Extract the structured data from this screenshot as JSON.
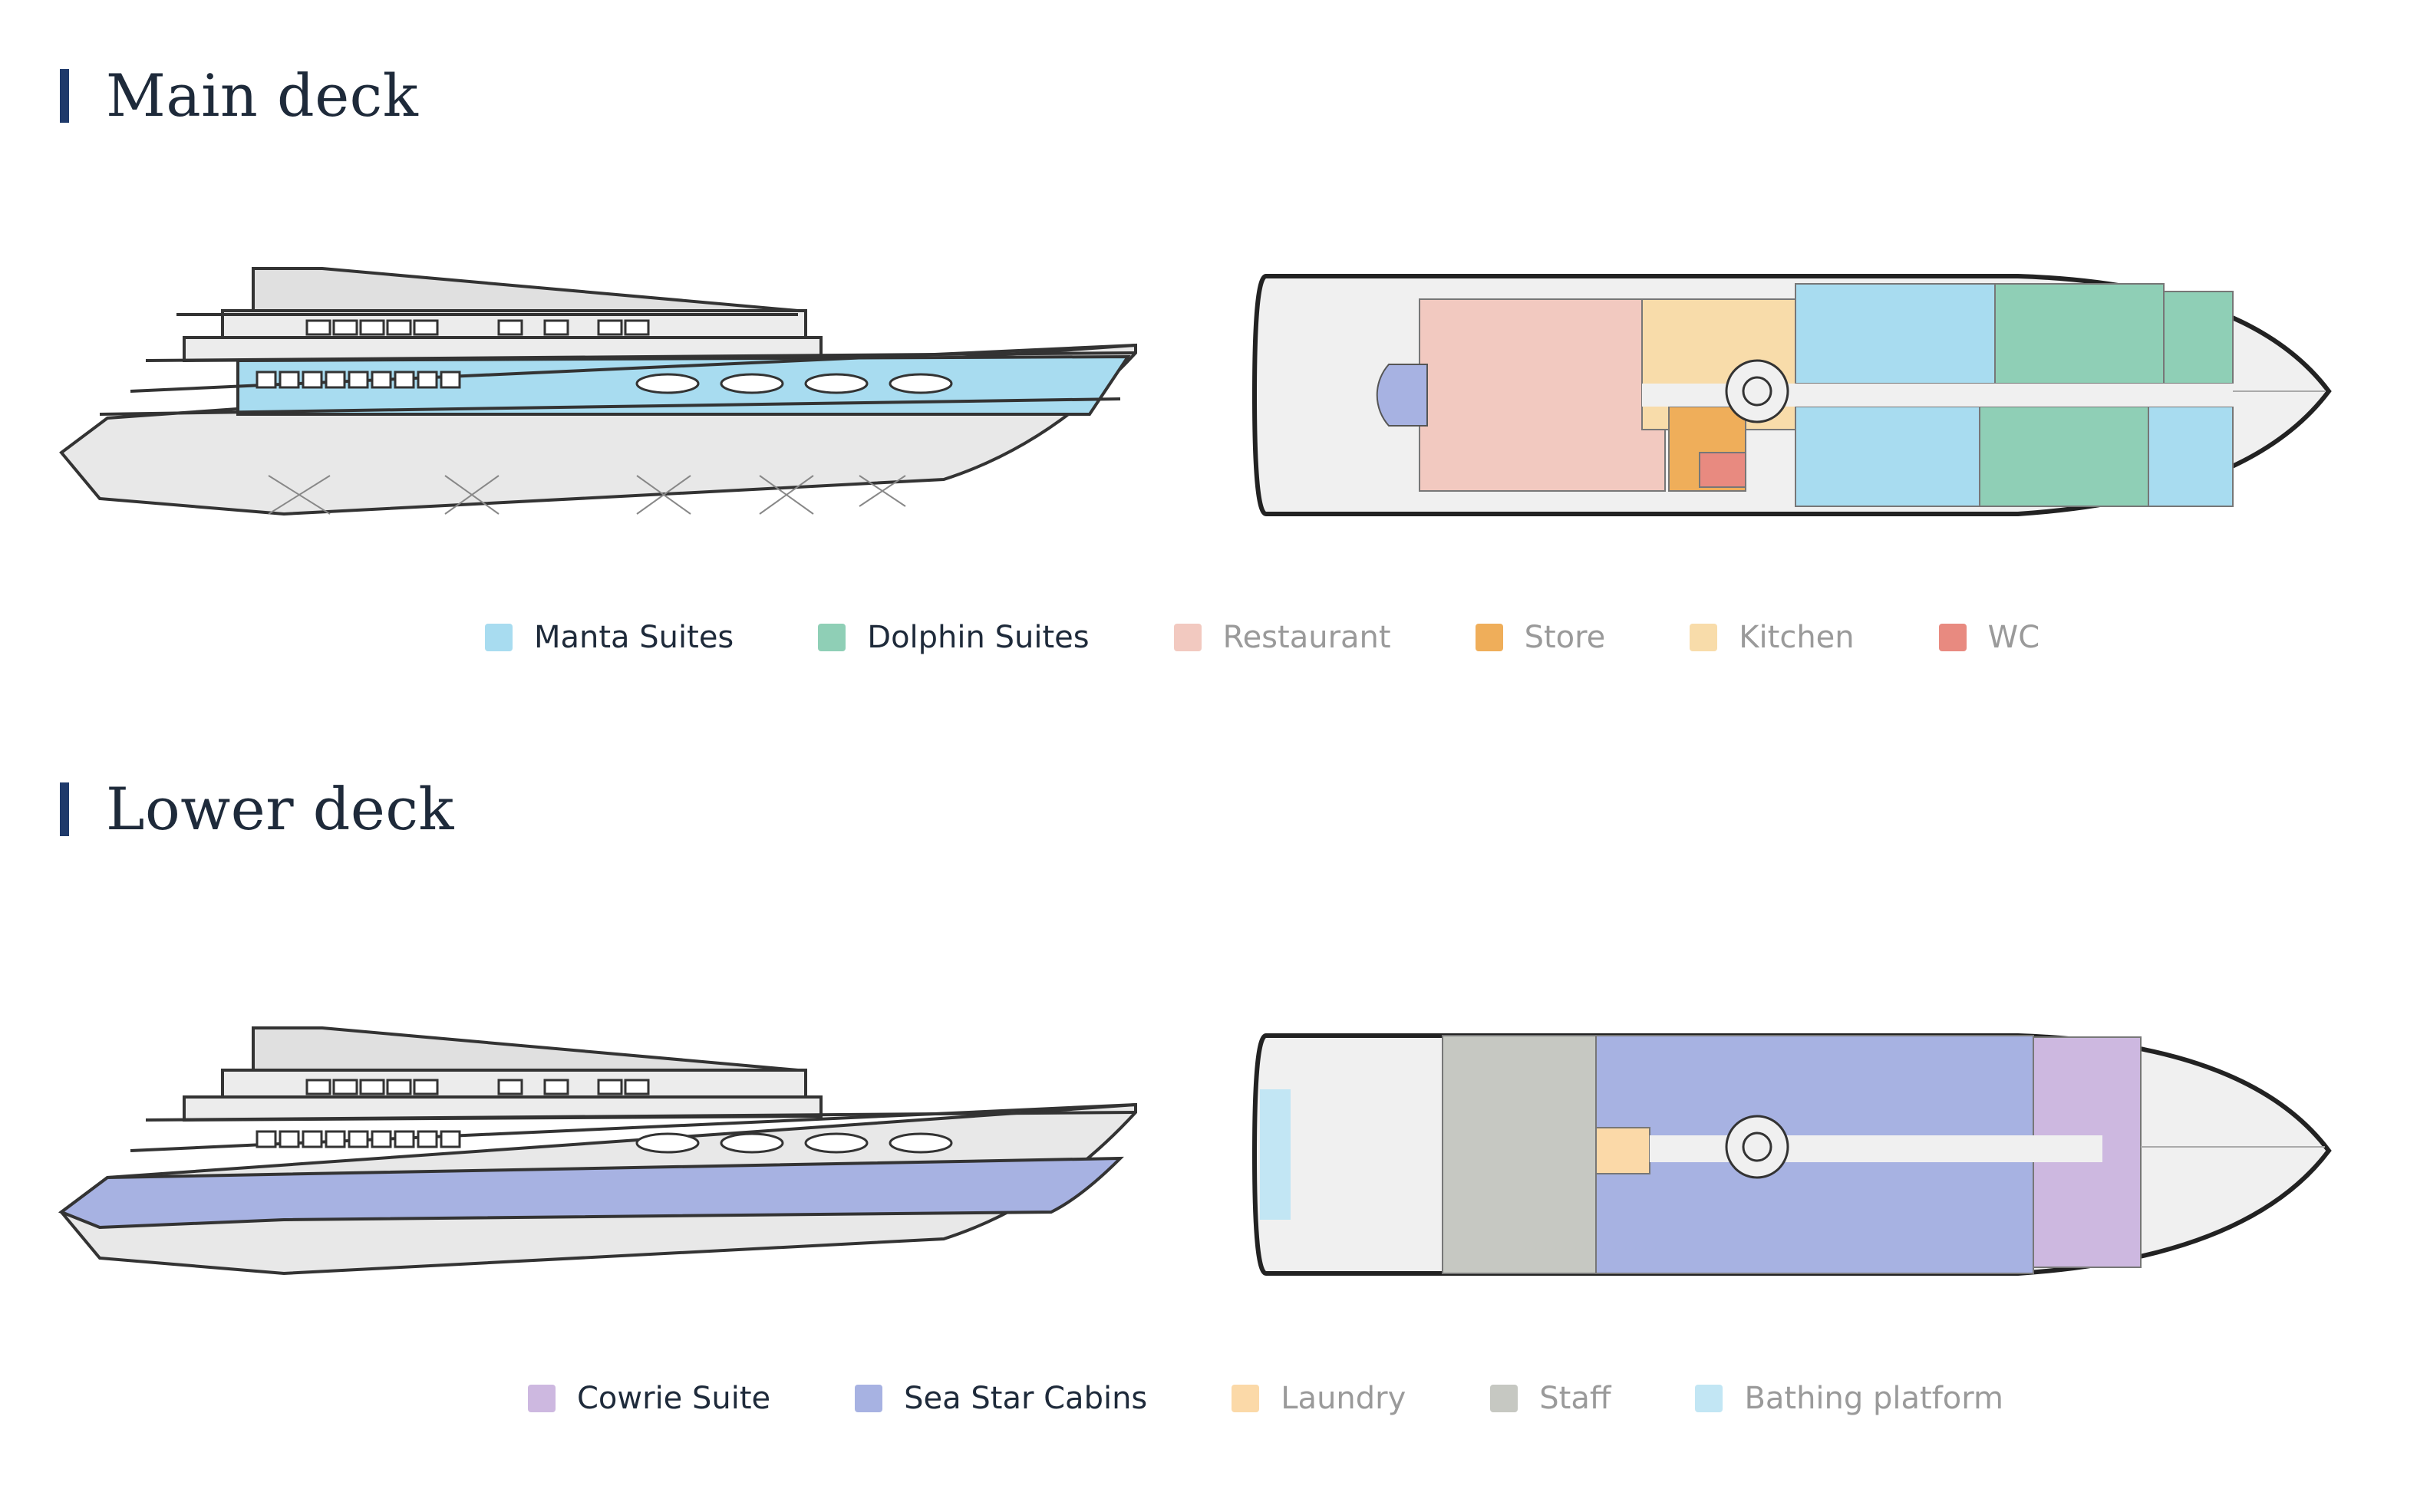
{
  "main_deck": {
    "title": "Main deck",
    "legend": [
      {
        "label": "Manta Suites",
        "color": "#a8dcf0",
        "active": true
      },
      {
        "label": "Dolphin Suites",
        "color": "#8fcfb6",
        "active": true
      },
      {
        "label": "Restaurant",
        "color": "#f2c9c0",
        "active": false
      },
      {
        "label": "Store",
        "color": "#efae5a",
        "active": false
      },
      {
        "label": "Kitchen",
        "color": "#f8dcaa",
        "active": false
      },
      {
        "label": "WC",
        "color": "#e88a80",
        "active": false
      }
    ]
  },
  "lower_deck": {
    "title": "Lower deck",
    "legend": [
      {
        "label": "Cowrie Suite",
        "color": "#cdb8e0",
        "active": true
      },
      {
        "label": "Sea Star Cabins",
        "color": "#a7b2e2",
        "active": true
      },
      {
        "label": "Laundry",
        "color": "#fbd9a8",
        "active": false
      },
      {
        "label": "Staff",
        "color": "#c6c8c2",
        "active": false
      },
      {
        "label": "Bathing platform",
        "color": "#c2e6f4",
        "active": false
      }
    ]
  }
}
